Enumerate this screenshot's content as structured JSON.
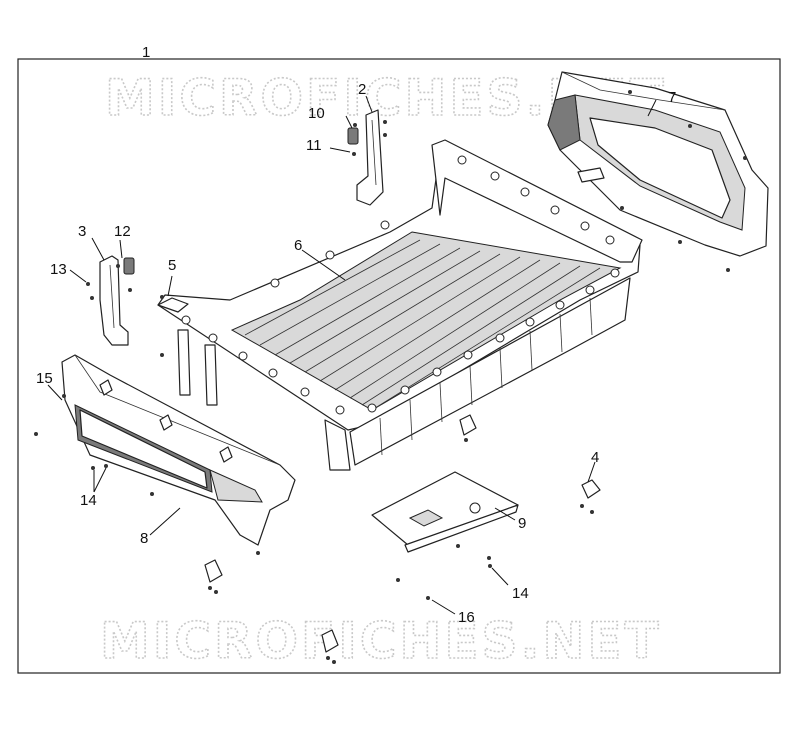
{
  "watermark": {
    "text": "MICROFICHES.NET"
  },
  "callouts": {
    "c1": "1",
    "c2": "2",
    "c3": "3",
    "c4": "4",
    "c5": "5",
    "c6": "6",
    "c7": "7",
    "c8": "8",
    "c9": "9",
    "c10": "10",
    "c11": "11",
    "c12": "12",
    "c13": "13",
    "c14a": "14",
    "c14b": "14",
    "c15": "15",
    "c16": "16"
  }
}
